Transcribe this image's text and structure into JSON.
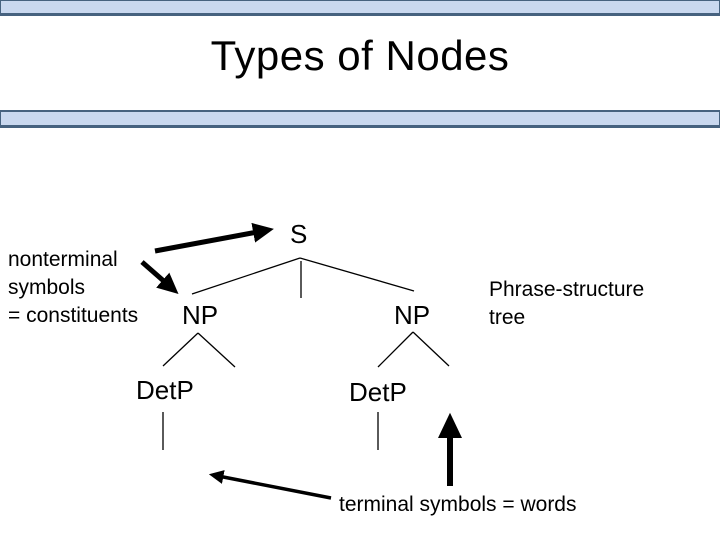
{
  "slide": {
    "title": "Types of Nodes"
  },
  "colors": {
    "accent_fill": "#c9d8ef",
    "accent_border": "#46627f",
    "ink": "#000000"
  },
  "tree": {
    "root_label": "S",
    "np_left_label": "NP",
    "np_right_label": "NP",
    "detp_left_label": "DetP",
    "detp_right_label": "DetP"
  },
  "annotations": {
    "nonterminal_lines": [
      "nonterminal",
      "symbols",
      "= constituents"
    ],
    "phrase_structure_lines": [
      "Phrase-structure",
      "tree"
    ],
    "terminal_label": "terminal symbols = words"
  }
}
